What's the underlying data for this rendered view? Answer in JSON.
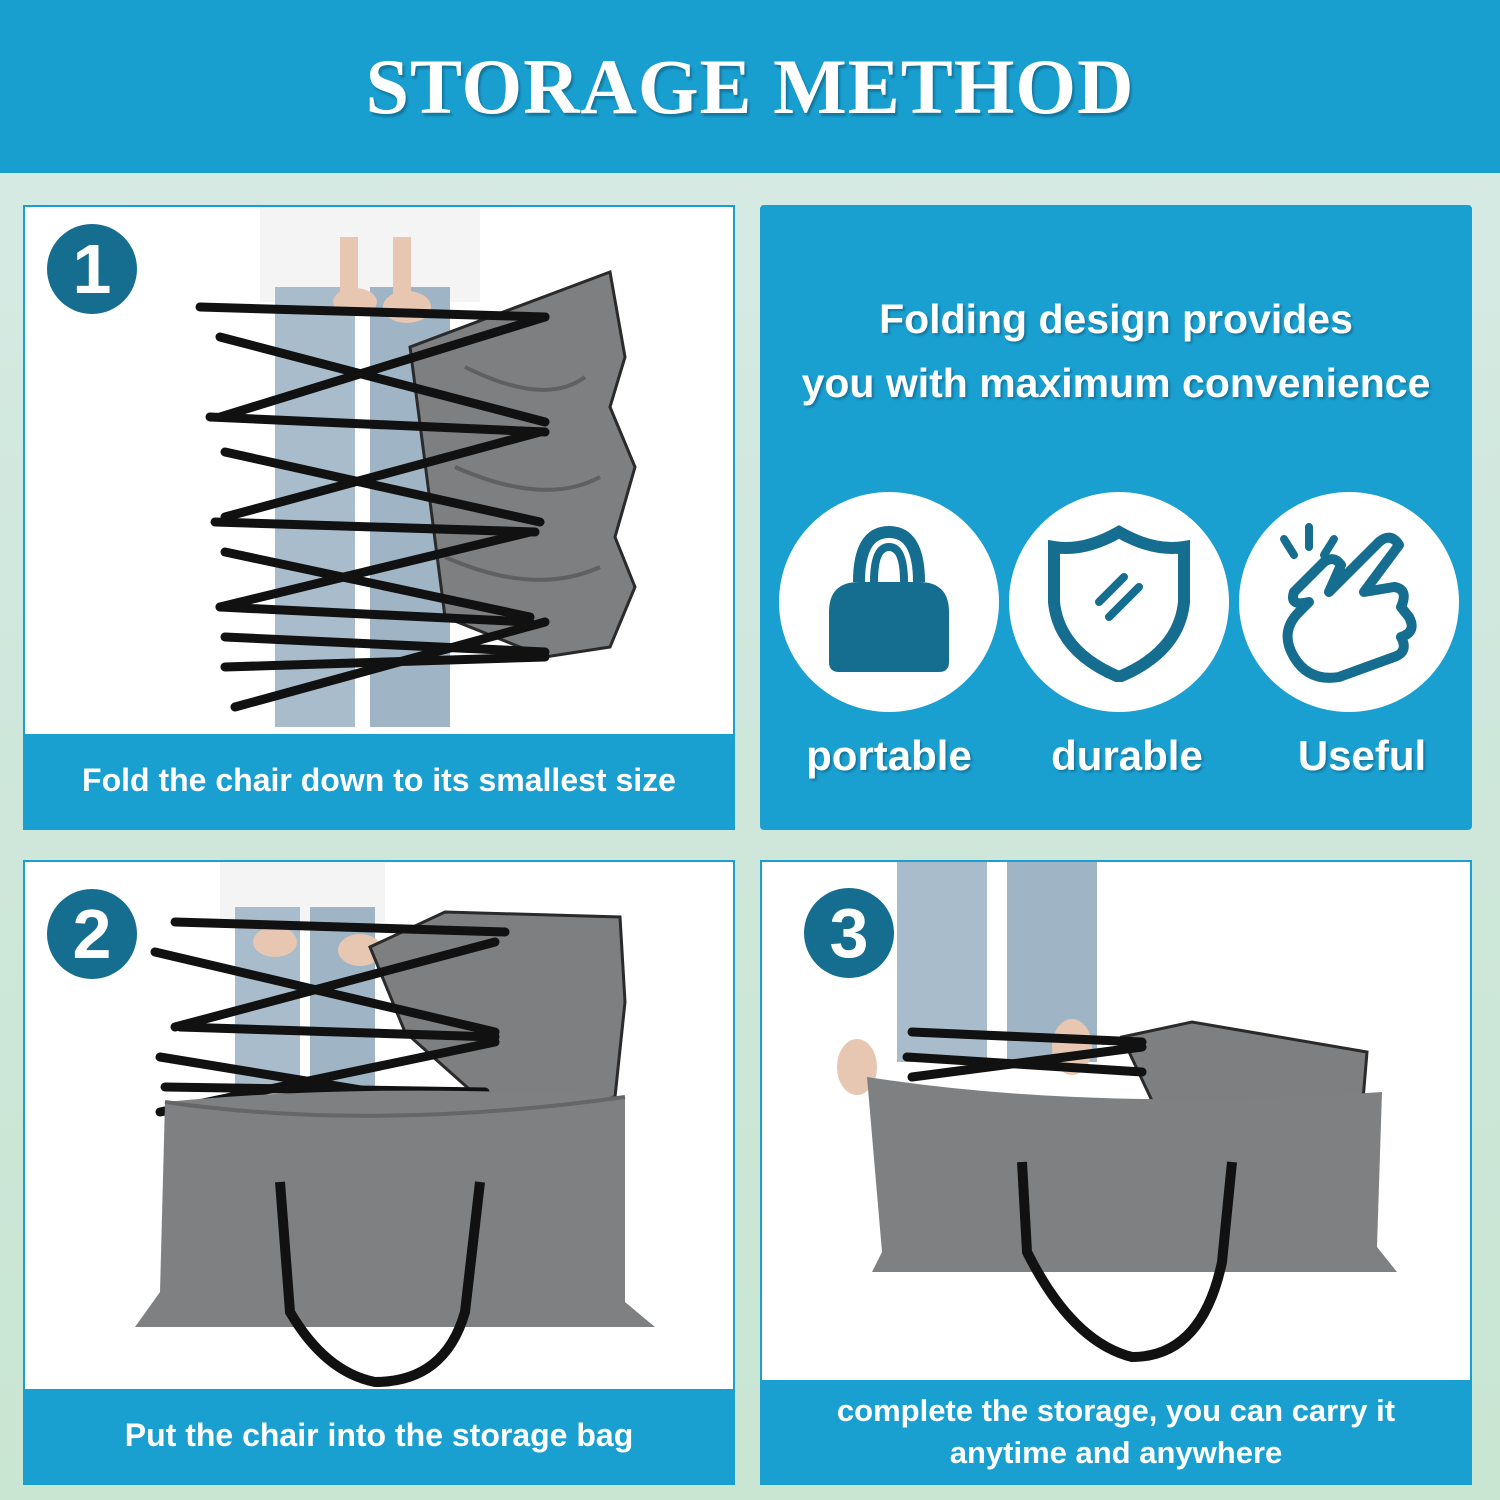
{
  "header": {
    "title": "STORAGE METHOD"
  },
  "steps": [
    {
      "number": "1",
      "caption": "Fold the chair down to its smallest size"
    },
    {
      "number": "2",
      "caption": "Put the chair into the storage bag"
    },
    {
      "number": "3",
      "caption_line1": "complete the storage, you can carry it",
      "caption_line2": "anytime and anywhere"
    }
  ],
  "info": {
    "line1": "Folding design provides",
    "line2": "you with maximum convenience",
    "features": [
      {
        "label": "portable",
        "icon": "handbag-icon"
      },
      {
        "label": "durable",
        "icon": "shield-icon"
      },
      {
        "label": "Useful",
        "icon": "finger-snap-icon"
      }
    ]
  },
  "colors": {
    "accent": "#1a9fd1",
    "badge": "#156d90",
    "bag": "#7d7f81",
    "frame": "#111111"
  }
}
